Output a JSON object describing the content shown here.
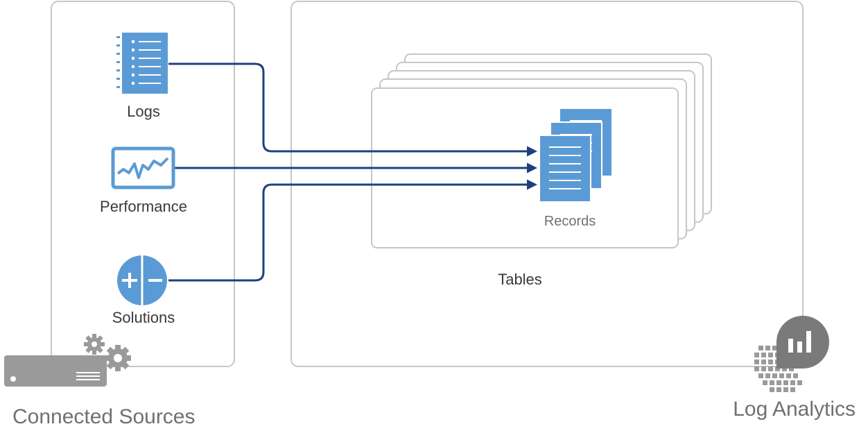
{
  "sources_panel": {
    "items": [
      {
        "label": "Logs",
        "icon": "logs-icon"
      },
      {
        "label": "Performance",
        "icon": "performance-chart-icon"
      },
      {
        "label": "Solutions",
        "icon": "solutions-plus-minus-icon"
      }
    ],
    "caption": "Connected Sources",
    "icon": "server-gears-icon"
  },
  "workspace_panel": {
    "tables_label": "Tables",
    "records_label": "Records",
    "caption": "Log Analytics",
    "icon": "log-analytics-icon"
  },
  "colors": {
    "icon_blue": "#5b9bd5",
    "arrow_navy": "#1f3f7d",
    "border_gray": "#c6c6c6",
    "logo_gray": "#7a7a7a"
  }
}
